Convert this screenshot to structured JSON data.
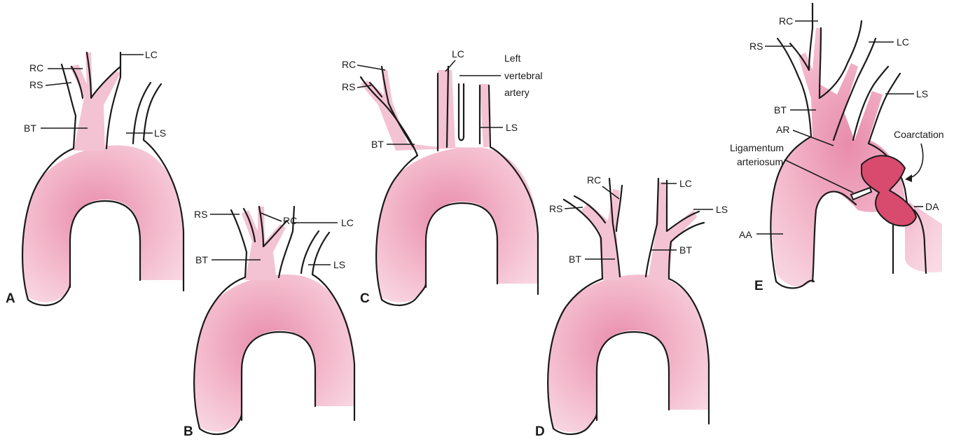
{
  "colors": {
    "vessel_fill": "#f4c3d3",
    "vessel_shade": "#e99bb6",
    "vessel_outline": "#1a1a1a",
    "coarctation_fill": "#d94a6f"
  },
  "panels": {
    "A": {
      "letter": "A",
      "labels": {
        "rc": "RC",
        "rs": "RS",
        "bt": "BT",
        "lc": "LC",
        "ls": "LS"
      }
    },
    "B": {
      "letter": "B",
      "labels": {
        "rs": "RS",
        "rc": "RC",
        "lc": "LC",
        "bt": "BT",
        "ls": "LS"
      }
    },
    "C": {
      "letter": "C",
      "labels": {
        "rc": "RC",
        "rs": "RS",
        "bt": "BT",
        "lc": "LC",
        "lva_1": "Left",
        "lva_2": "vertebral",
        "lva_3": "artery",
        "ls": "LS"
      }
    },
    "D": {
      "letter": "D",
      "labels": {
        "rc": "RC",
        "rs": "RS",
        "bt_left": "BT",
        "lc": "LC",
        "ls": "LS",
        "bt_right": "BT"
      }
    },
    "E": {
      "letter": "E",
      "labels": {
        "rc": "RC",
        "rs": "RS",
        "bt": "BT",
        "ar": "AR",
        "lig_1": "Ligamentum",
        "lig_2": "arteriosum",
        "aa": "AA",
        "lc": "LC",
        "ls": "LS",
        "coarctation": "Coarctation",
        "da": "DA"
      }
    }
  }
}
